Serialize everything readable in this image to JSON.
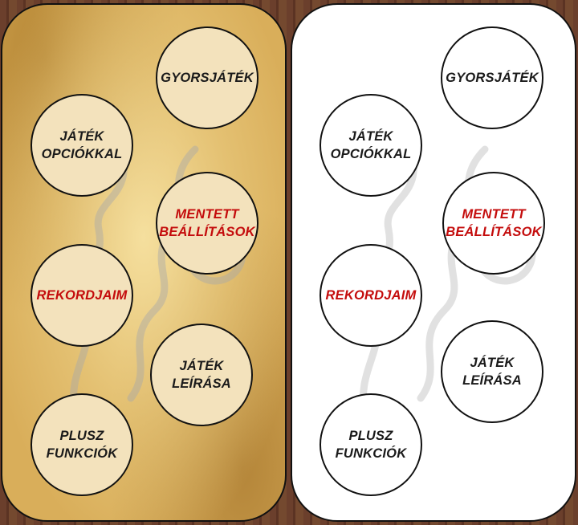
{
  "panels": [
    {
      "style": "parchment",
      "buttons": {
        "gyorsjatek": "GYORSJÁTÉK",
        "jatek_opciokkal": "JÁTÉK\nOPCIÓKKAL",
        "mentett_beallitasok": "MENTETT\nBEÁLLÍTÁSOK",
        "rekordjaim": "REKORDJAIM",
        "jatek_leirasa": "JÁTÉK\nLEÍRÁSA",
        "plusz_funkciok": "PLUSZ\nFUNKCIÓK"
      }
    },
    {
      "style": "plain",
      "buttons": {
        "gyorsjatek": "GYORSJÁTÉK",
        "jatek_opciokkal": "JÁTÉK\nOPCIÓKKAL",
        "mentett_beallitasok": "MENTETT\nBEÁLLÍTÁSOK",
        "rekordjaim": "REKORDJAIM",
        "jatek_leirasa": "JÁTÉK\nLEÍRÁSA",
        "plusz_funkciok": "PLUSZ\nFUNKCIÓK"
      }
    }
  ],
  "colors": {
    "text": "#1a1a1a",
    "highlight": "#c40c0c",
    "parchment": "#d9ae5a",
    "circle_fill_parchment": "#f3e2bc",
    "border": "#111111",
    "wood": "#6b3f2c"
  },
  "decorations": {
    "watermark": "handwritten-signature-watermark"
  }
}
